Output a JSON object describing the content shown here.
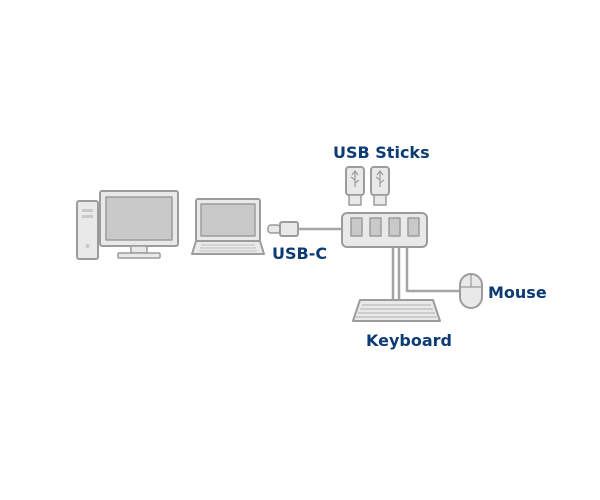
{
  "labels": {
    "usb_sticks": "USB Sticks",
    "usb_c": "USB-C",
    "mouse": "Mouse",
    "keyboard": "Keyboard"
  },
  "colors": {
    "label_text": "#0d3b73",
    "device_fill": "#e9e9e9",
    "device_stroke": "#9c9c9c",
    "screen_fill": "#c9c9c9",
    "cable": "#a5a5a5"
  },
  "icons": [
    "desktop-tower-icon",
    "monitor-icon",
    "laptop-icon",
    "usb-c-plug-icon",
    "usb-hub-icon",
    "usb-stick-icon",
    "keyboard-icon",
    "mouse-icon"
  ]
}
